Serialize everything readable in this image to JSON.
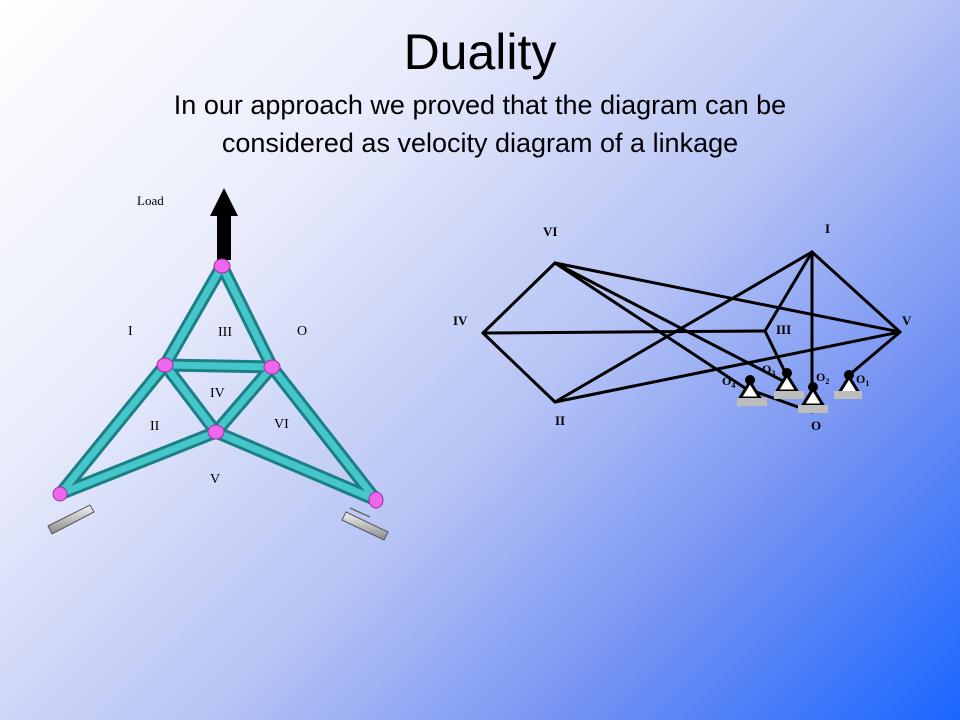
{
  "slide": {
    "title": "Duality",
    "subtitle": "In our approach we proved that the diagram can be considered as velocity diagram of a linkage"
  },
  "truss": {
    "load_label": "Load",
    "labels": [
      "I",
      "III",
      "O",
      "IV",
      "II",
      "VI",
      "V"
    ]
  },
  "linkage": {
    "vertex_labels": [
      "VI",
      "I",
      "IV",
      "III",
      "V",
      "II",
      "O"
    ],
    "pivots": [
      {
        "base": "O",
        "sub": "4"
      },
      {
        "base": "O",
        "sub": "3"
      },
      {
        "base": "O",
        "sub": "2"
      },
      {
        "base": "O",
        "sub": "1"
      }
    ]
  },
  "colors": {
    "member": "#3cb8bd",
    "member_dark": "#1c7f86",
    "joint": "#ee66ee",
    "support": "#c8c8c8"
  }
}
